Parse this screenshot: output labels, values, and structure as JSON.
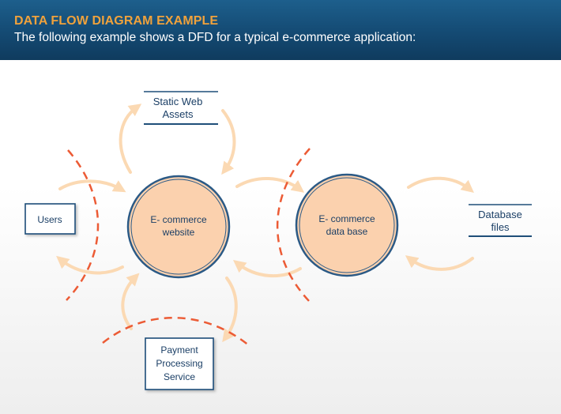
{
  "header": {
    "title": "DATA FLOW DIAGRAM EXAMPLE",
    "subtitle": "The following example shows a DFD for a typical e-commerce application:"
  },
  "colors": {
    "header_bg": "#144a73",
    "title_accent": "#f0a23c",
    "process_fill": "#fbd1ae",
    "process_stroke": "#2b5a86",
    "flow_arrow": "#fbd9b3",
    "trust_boundary": "#ec5b35",
    "entity_border": "#1f4e79"
  },
  "diagram": {
    "entities": [
      {
        "id": "users",
        "lines": [
          "Users"
        ]
      },
      {
        "id": "payment",
        "lines": [
          "Payment",
          "Processing",
          "Service"
        ]
      }
    ],
    "processes": [
      {
        "id": "website",
        "lines": [
          "E- commerce",
          "website"
        ]
      },
      {
        "id": "database",
        "lines": [
          "E- commerce",
          "data base"
        ]
      }
    ],
    "data_stores": [
      {
        "id": "static",
        "lines": [
          "Static Web",
          "Assets"
        ]
      },
      {
        "id": "dbfiles",
        "lines": [
          "Database",
          "files"
        ]
      }
    ]
  }
}
